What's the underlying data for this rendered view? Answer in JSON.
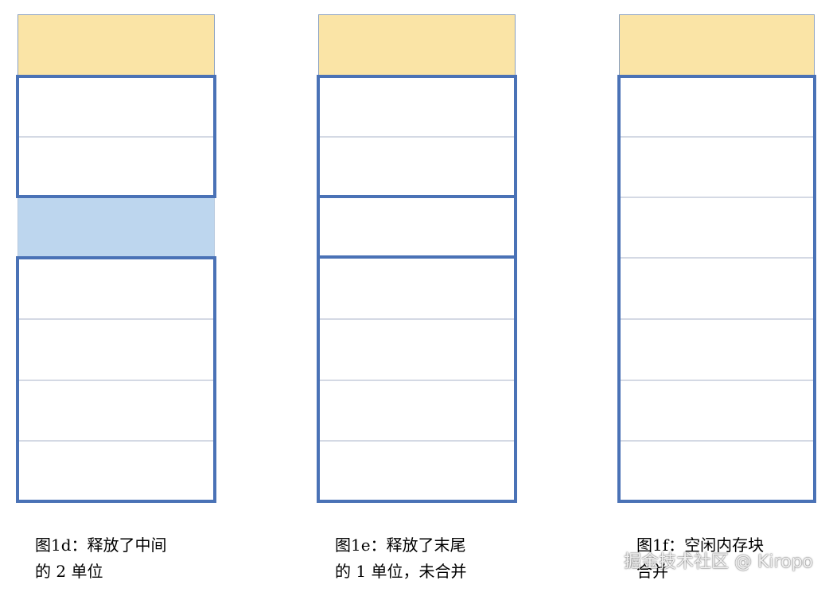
{
  "columns": [
    {
      "id": "1d",
      "caption_line1": "图1d：释放了中间",
      "caption_line2": "的 2 单位"
    },
    {
      "id": "1e",
      "caption_line1": "图1e：释放了末尾",
      "caption_line2": "的 1 单位，未合并"
    },
    {
      "id": "1f",
      "caption_line1": "图1f：空闲内存块",
      "caption_line2": "合并"
    }
  ],
  "watermark": "掘金技术社区 @ Kiropo",
  "colors": {
    "header_fill": "#fae4a6",
    "freed_middle_fill": "#bdd6ee",
    "block_outline": "#4a72b6",
    "unit_border": "#d4d9e4"
  }
}
